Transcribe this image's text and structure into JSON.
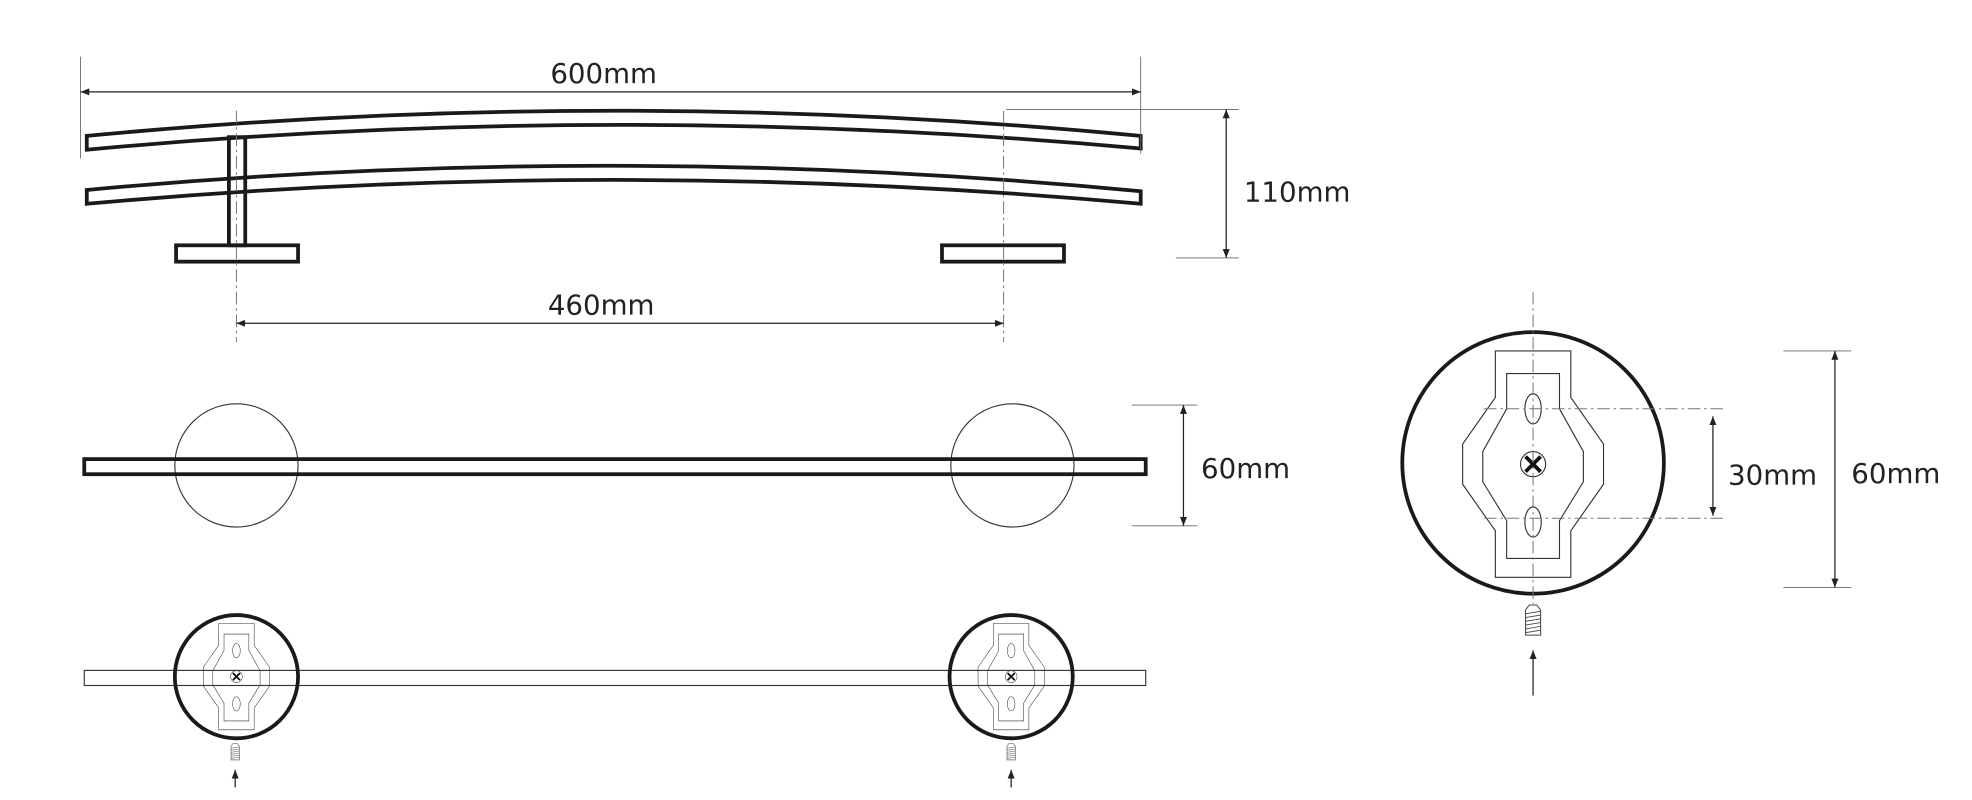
{
  "dimensions": {
    "overall_length": "600mm",
    "height": "110mm",
    "mount_spacing": "460mm",
    "base_diameter": "60mm",
    "detail_hole_spacing": "30mm",
    "detail_diameter": "60mm"
  },
  "colors": {
    "line": "#1a1a1a",
    "background": "#ffffff"
  }
}
